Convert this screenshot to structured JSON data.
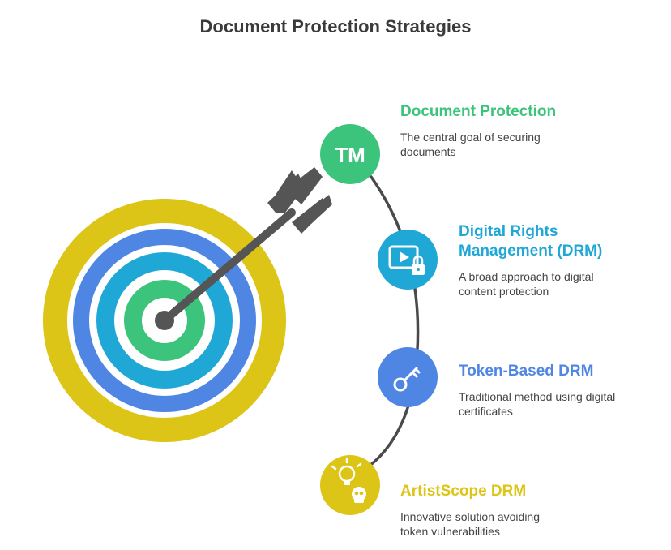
{
  "title": "Document Protection Strategies",
  "colors": {
    "green": "#3cc47c",
    "cyan": "#1fa7d6",
    "blue": "#4f86e3",
    "yellow": "#dcc516",
    "arrow": "#555555",
    "connector": "#4a4a4a"
  },
  "items": [
    {
      "title": "Document Protection",
      "description": "The central goal of securing documents",
      "icon": "trademark-icon",
      "icon_text": "TM",
      "color": "#3cc47c"
    },
    {
      "title": "Digital Rights Management (DRM)",
      "description": "A broad approach to digital content protection",
      "icon": "locked-video-icon",
      "color": "#1fa7d6"
    },
    {
      "title": "Token-Based DRM",
      "description": "Traditional method using digital certificates",
      "icon": "key-icon",
      "color": "#4f86e3"
    },
    {
      "title": "ArtistScope DRM",
      "description": "Innovative solution avoiding token vulnerabilities",
      "icon": "lightbulb-skull-icon",
      "color": "#dcc516"
    }
  ]
}
